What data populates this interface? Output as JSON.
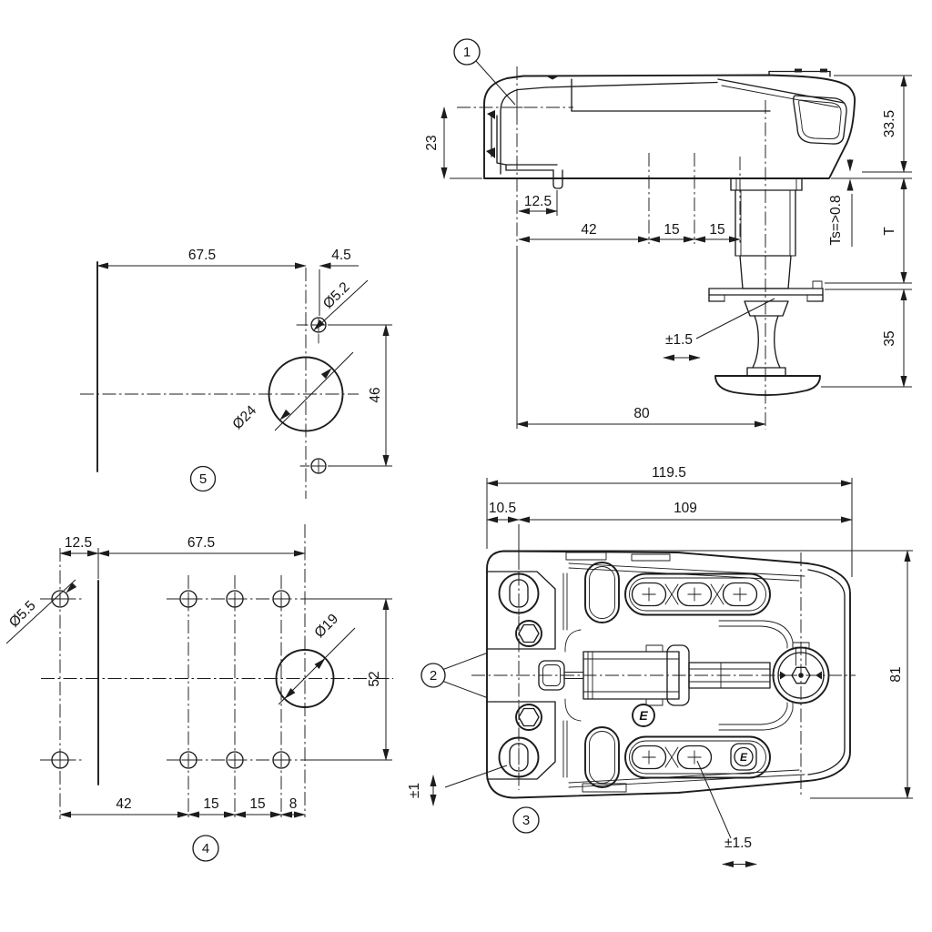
{
  "drawing": {
    "side_view": {
      "balloon": "1",
      "d23": "23",
      "d12_5": "12.5",
      "d42": "42",
      "d15a": "15",
      "d15b": "15",
      "d80": "80",
      "d33_5": "33.5",
      "ts": "Ts=>0.8",
      "t": "T",
      "d35": "35",
      "pm15": "±1.5"
    },
    "drill_view_top": {
      "label": "5",
      "d67_5": "67.5",
      "d4_5": "4.5",
      "dia52": "Ø5.2",
      "dia24": "Ø24",
      "d46": "46"
    },
    "drill_view_bottom": {
      "label": "4",
      "d12_5": "12.5",
      "d67_5": "67.5",
      "dia55": "Ø5.5",
      "dia19": "Ø19",
      "d52": "52",
      "d42": "42",
      "d15a": "15",
      "d15b": "15",
      "d8": "8"
    },
    "rear_view": {
      "label": "3",
      "balloon": "2",
      "d119_5": "119.5",
      "d10_5": "10.5",
      "d109": "109",
      "d81": "81",
      "pm1": "±1",
      "pm15": "±1.5",
      "logo": "E",
      "logo2": "E"
    }
  }
}
